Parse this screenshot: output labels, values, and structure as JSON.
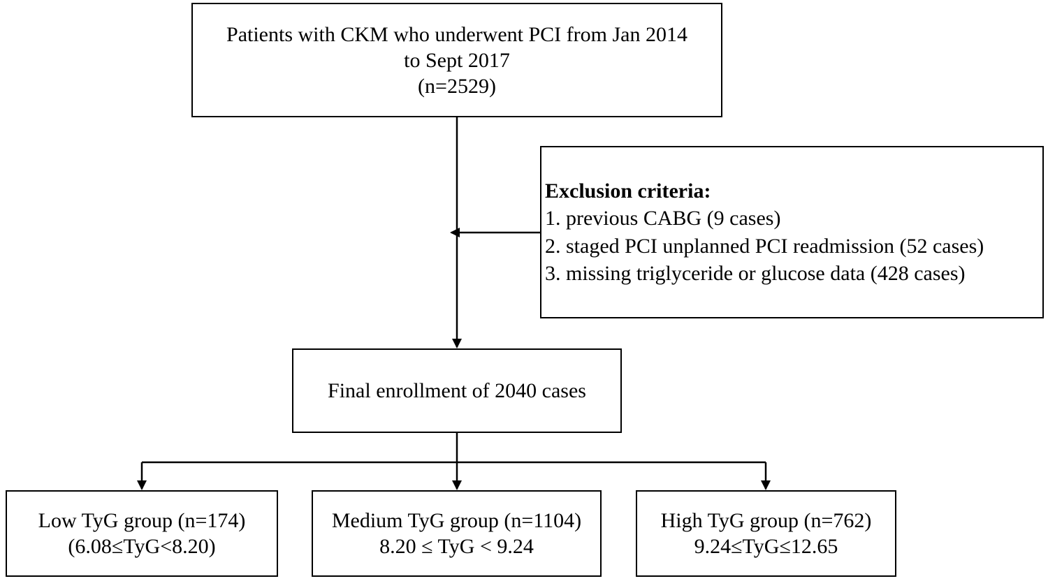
{
  "flowchart": {
    "top_box": {
      "lines": [
        "Patients with CKM who underwent PCI from Jan 2014",
        "to Sept 2017",
        "(n=2529)"
      ]
    },
    "exclusion_box": {
      "heading": "Exclusion criteria:",
      "items": [
        "1. previous CABG (9 cases)",
        "2. staged PCI unplanned PCI readmission (52 cases)",
        "3. missing triglyceride or glucose data (428 cases)"
      ]
    },
    "final_box": {
      "text": "Final enrollment of 2040 cases"
    },
    "groups": [
      {
        "label": "Low TyG group (n=174)",
        "range": "(6.08≤TyG<8.20)"
      },
      {
        "label": "Medium TyG group (n=1104)",
        "range": "8.20 ≤ TyG < 9.24"
      },
      {
        "label": "High TyG group (n=762)",
        "range": "9.24≤TyG≤12.65"
      }
    ]
  }
}
